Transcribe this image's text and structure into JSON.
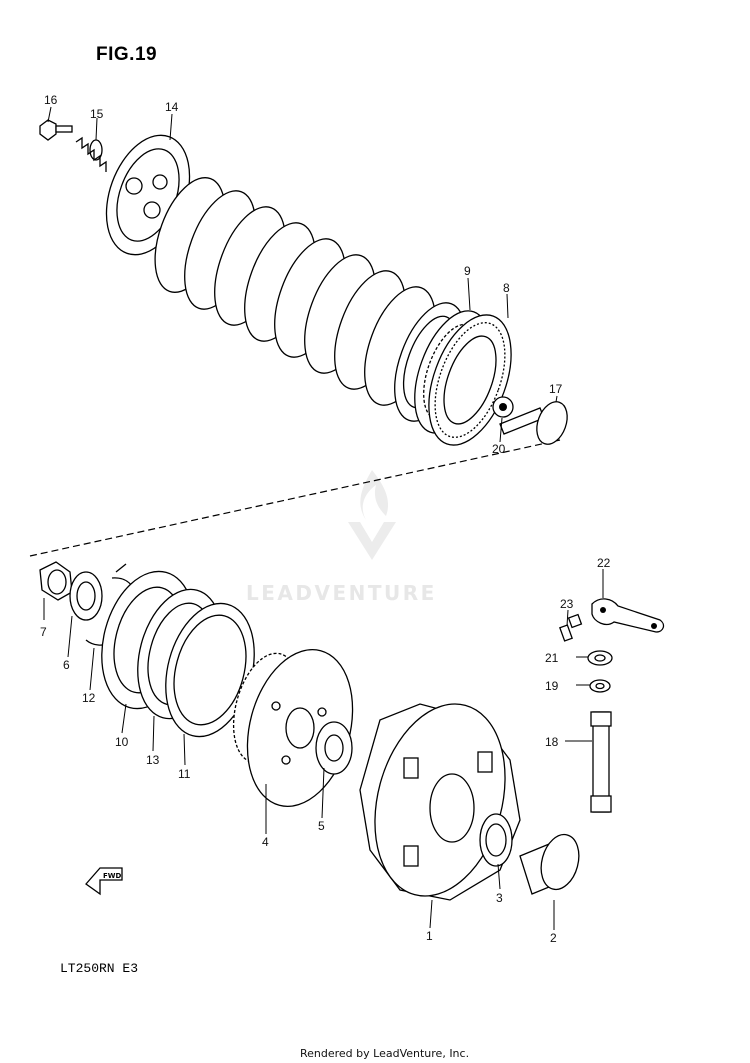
{
  "figure": {
    "title": "FIG.19",
    "model_code": "LT250RN  E3",
    "footer": "Rendered by LeadVenture, Inc.",
    "watermark": "LEADVENTURE",
    "fwd_label": "FWD"
  },
  "callouts": [
    {
      "id": "16",
      "label": "16"
    },
    {
      "id": "15",
      "label": "15"
    },
    {
      "id": "14",
      "label": "14"
    },
    {
      "id": "9",
      "label": "9"
    },
    {
      "id": "8",
      "label": "8"
    },
    {
      "id": "17",
      "label": "17"
    },
    {
      "id": "20",
      "label": "20"
    },
    {
      "id": "22",
      "label": "22"
    },
    {
      "id": "23",
      "label": "23"
    },
    {
      "id": "21",
      "label": "21"
    },
    {
      "id": "19",
      "label": "19"
    },
    {
      "id": "18",
      "label": "18"
    },
    {
      "id": "7",
      "label": "7"
    },
    {
      "id": "6",
      "label": "6"
    },
    {
      "id": "12",
      "label": "12"
    },
    {
      "id": "10",
      "label": "10"
    },
    {
      "id": "13",
      "label": "13"
    },
    {
      "id": "11",
      "label": "11"
    },
    {
      "id": "4",
      "label": "4"
    },
    {
      "id": "5",
      "label": "5"
    },
    {
      "id": "3",
      "label": "3"
    },
    {
      "id": "1",
      "label": "1"
    },
    {
      "id": "2",
      "label": "2"
    }
  ]
}
